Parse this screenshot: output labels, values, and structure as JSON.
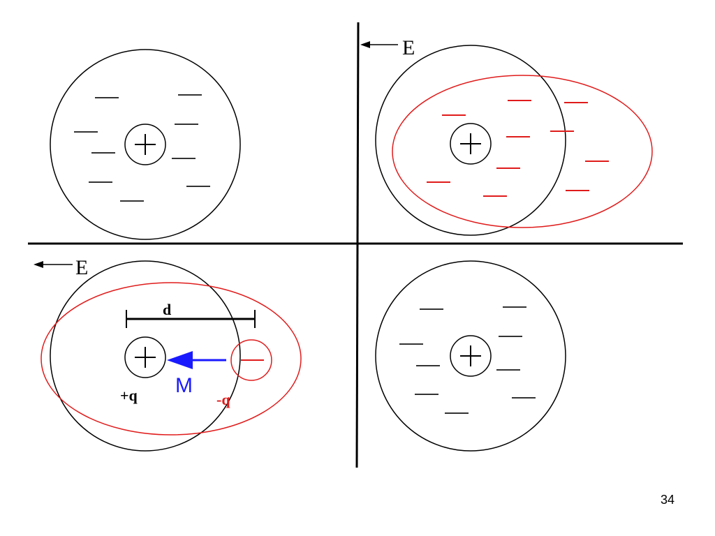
{
  "colors": {
    "stroke": "#000000",
    "neutral_electron": "#333333",
    "polarized": "#e01b1b",
    "dipole_arrow": "#1a1aff"
  },
  "labels": {
    "field_top_right": "E",
    "field_bottom_left": "E",
    "separation": "d",
    "positive_charge": "+q",
    "negative_charge": "-q",
    "dipole_moment": "M"
  },
  "page_number": "34"
}
